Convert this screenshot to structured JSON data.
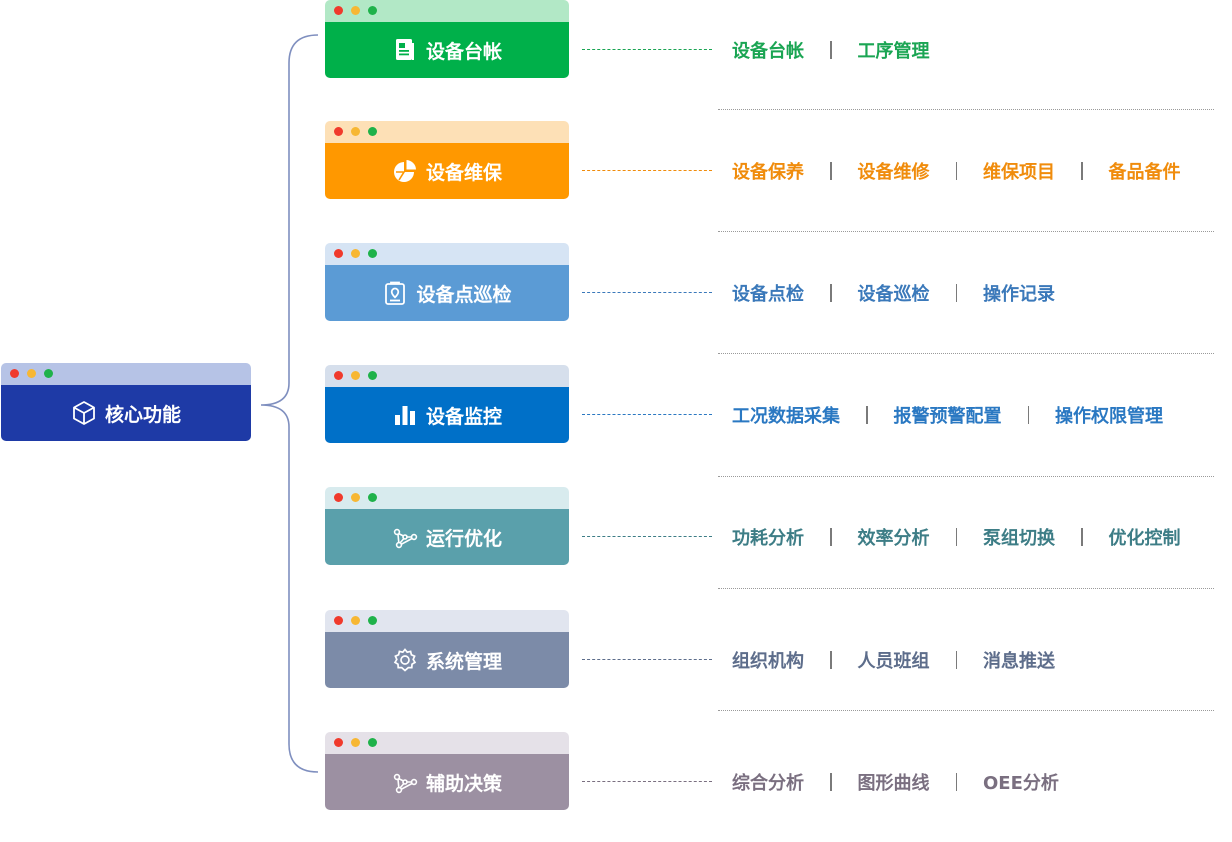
{
  "root": {
    "label": "核心功能",
    "bar_color": "#b6c3e6",
    "body_color": "#1e3aa6"
  },
  "modules": [
    {
      "label": "设备台帐",
      "icon": "ledger-icon",
      "bar_color": "#b2e8c6",
      "body_color": "#00b04a",
      "text_color": "#1aa553",
      "subs": [
        "设备台帐",
        "工序管理"
      ]
    },
    {
      "label": "设备维保",
      "icon": "pie-chart-icon",
      "bar_color": "#fde0b6",
      "body_color": "#ff9800",
      "text_color": "#f08c0c",
      "subs": [
        "设备保养",
        "设备维修",
        "维保项目",
        "备品备件"
      ]
    },
    {
      "label": "设备点巡检",
      "icon": "clipboard-pin-icon",
      "bar_color": "#d6e4f4",
      "body_color": "#5b9bd5",
      "text_color": "#3b79ba",
      "subs": [
        "设备点检",
        "设备巡检",
        "操作记录"
      ]
    },
    {
      "label": "设备监控",
      "icon": "bar-chart-icon",
      "bar_color": "#d6dfec",
      "body_color": "#0070c8",
      "text_color": "#2a78c2",
      "subs": [
        "工况数据采集",
        "报警预警配置",
        "操作权限管理"
      ]
    },
    {
      "label": "运行优化",
      "icon": "network-icon",
      "bar_color": "#d8ebee",
      "body_color": "#5aa0ab",
      "text_color": "#3d7d86",
      "subs": [
        "功耗分析",
        "效率分析",
        "泵组切换",
        "优化控制"
      ]
    },
    {
      "label": "系统管理",
      "icon": "gear-icon",
      "bar_color": "#e1e5ef",
      "body_color": "#7c8ba8",
      "text_color": "#5d6d8b",
      "subs": [
        "组织机构",
        "人员班组",
        "消息推送"
      ]
    },
    {
      "label": "辅助决策",
      "icon": "network-icon",
      "bar_color": "#e5e1e8",
      "body_color": "#9c90a2",
      "text_color": "#7a6f80",
      "subs": [
        "综合分析",
        "图形曲线",
        "OEE分析"
      ]
    }
  ]
}
